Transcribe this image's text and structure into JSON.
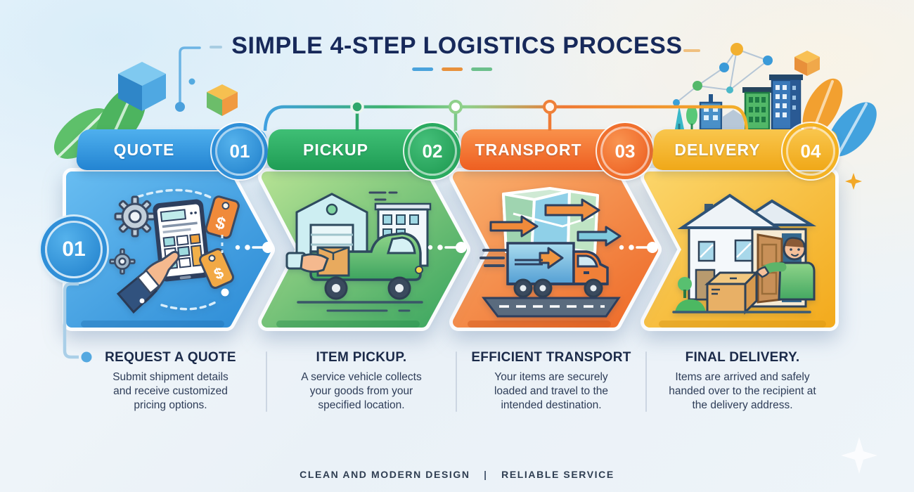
{
  "title": "SIMPLE 4-STEP LOGISTICS PROCESS",
  "title_accent_dashes": [
    "#4aa3dc",
    "#e8913c",
    "#6cc08c"
  ],
  "steps": [
    {
      "number": "01",
      "label": "QUOTE",
      "heading": "REQUEST A QUOTE",
      "body": "Submit shipment details and receive customized pricing options.",
      "color": "#2e8fd6",
      "icon": "hand-tablet-quote-icon"
    },
    {
      "number": "02",
      "label": "PICKUP",
      "heading": "ITEM PICKUP.",
      "body": "A service vehicle collects your goods from your specified location.",
      "color": "#27a85c",
      "icon": "pickup-van-icon"
    },
    {
      "number": "03",
      "label": "TRANSPORT",
      "heading": "EFFICIENT TRANSPORT",
      "body": "Your items are securely loaded and travel to the intended destination.",
      "color": "#f2692b",
      "icon": "transport-truck-icon"
    },
    {
      "number": "04",
      "label": "DELIVERY",
      "heading": "FINAL DELIVERY.",
      "body": "Items are arrived and safely handed over to the recipient at the delivery address.",
      "color": "#f5b325",
      "icon": "home-delivery-icon"
    }
  ],
  "footer": {
    "left": "CLEAN AND MODERN DESIGN",
    "separator": "|",
    "right": "RELIABLE SERVICE"
  },
  "palette": {
    "background": "#eef3f8",
    "title_text": "#17295a",
    "heading_text": "#1b2a49",
    "body_text": "#2e3d58",
    "footer_text": "#2f3e52",
    "divider": "#ccd6e2"
  },
  "decorations": [
    "leaf-icon",
    "cube-icon",
    "dotted-connector-icon",
    "network-nodes-icon",
    "city-buildings-icon",
    "sparkle-icon"
  ]
}
